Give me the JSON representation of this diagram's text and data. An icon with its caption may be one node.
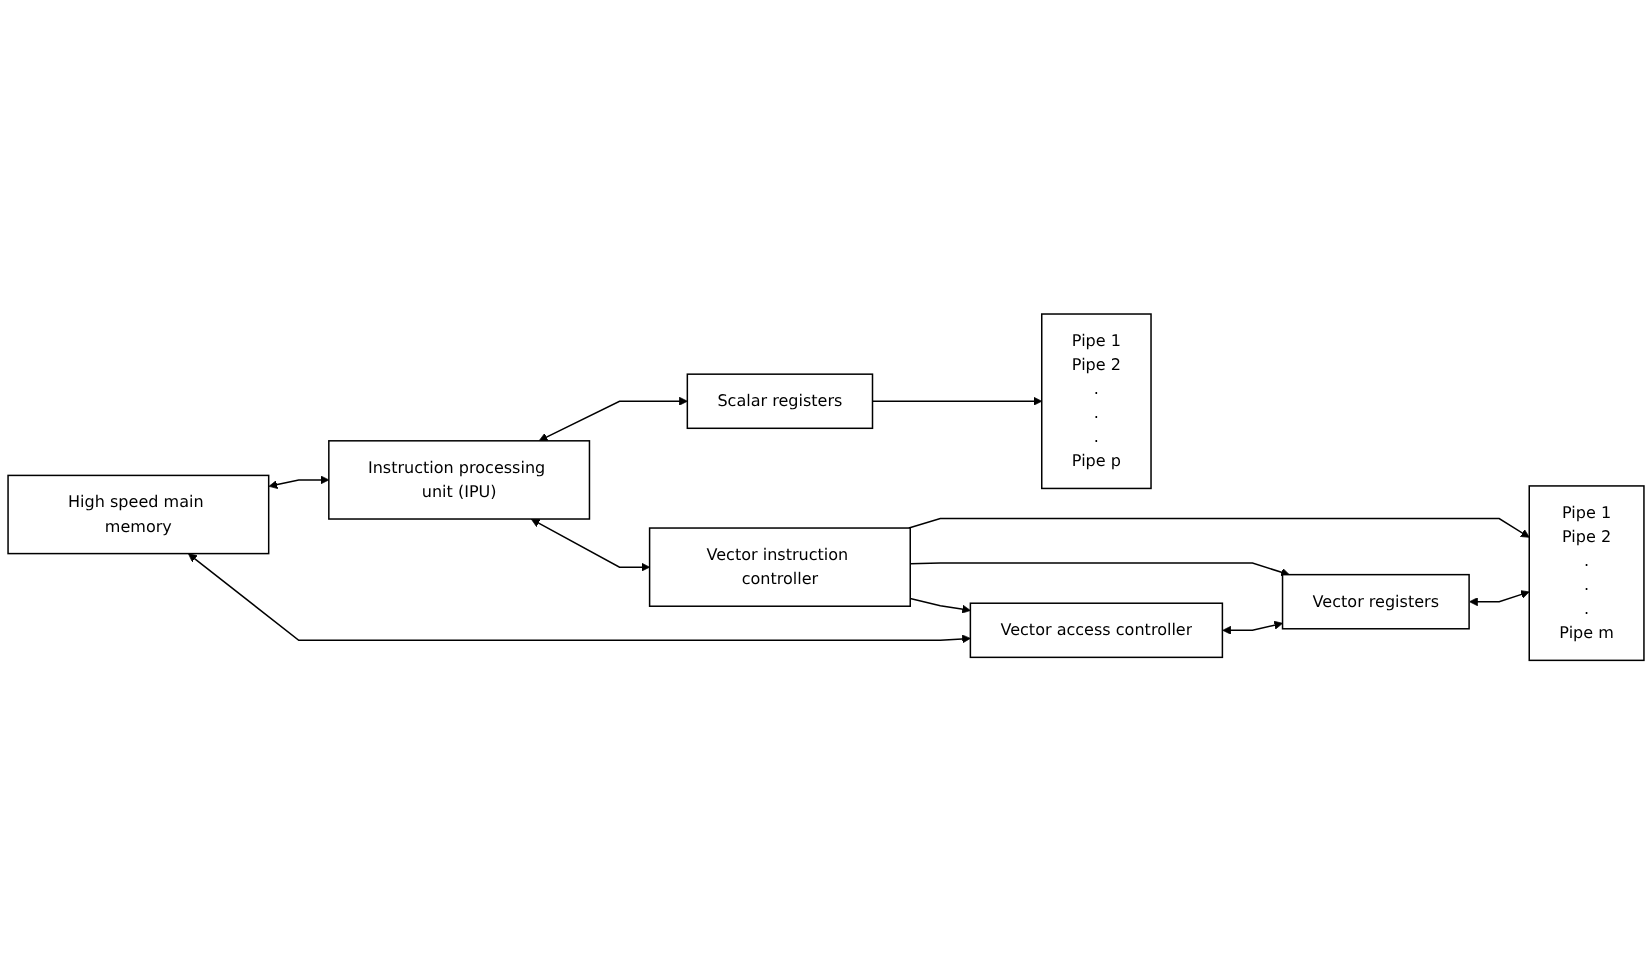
{
  "diagram": {
    "nodes": [
      {
        "text": [
          "High speed main memory"
        ]
      },
      {
        "text": [
          "Instruction processing unit (IPU)"
        ]
      },
      {
        "text": [
          "Scalar registers"
        ]
      },
      {
        "text": [
          "Pipe 1",
          "Pipe 2",
          ".",
          ".",
          ".",
          "Pipe p"
        ]
      },
      {
        "text": [
          "Vector instruction controller"
        ]
      },
      {
        "text": [
          "Vector access controller"
        ]
      },
      {
        "text": [
          "Vector registers"
        ]
      },
      {
        "text": [
          "Pipe 1",
          "Pipe 2",
          ".",
          ".",
          ".",
          "Pipe m"
        ]
      }
    ],
    "edges": [
      {
        "from": 0,
        "to": 1,
        "arrow": "both"
      },
      {
        "from": 1,
        "to": 2,
        "arrow": "both"
      },
      {
        "from": 2,
        "to": 3,
        "arrow": "to"
      },
      {
        "from": 1,
        "to": 4,
        "arrow": "both"
      },
      {
        "from": 4,
        "to": 5,
        "arrow": "to"
      },
      {
        "from": 4,
        "to": 7,
        "arrow": "to"
      },
      {
        "from": 4,
        "to": 6,
        "arrow": "to"
      },
      {
        "from": 0,
        "to": 5,
        "arrow": "both"
      },
      {
        "from": 5,
        "to": 6,
        "arrow": "both"
      },
      {
        "from": 6,
        "to": 7,
        "arrow": "both"
      }
    ]
  }
}
